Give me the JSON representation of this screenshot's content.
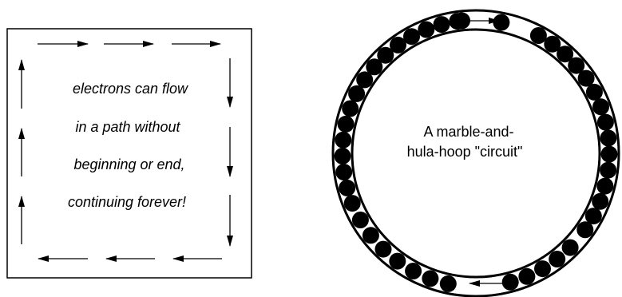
{
  "left_panel": {
    "lines": [
      "electrons can flow",
      "in a path without",
      "beginning or end,",
      "continuing forever!"
    ]
  },
  "right_panel": {
    "lines": [
      "A marble-and-",
      "hula-hoop \"circuit\""
    ]
  },
  "colors": {
    "stroke": "#000000",
    "background": "#ffffff"
  }
}
